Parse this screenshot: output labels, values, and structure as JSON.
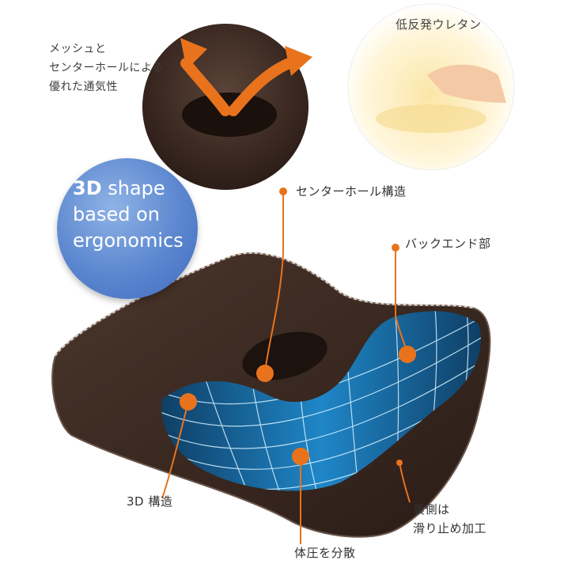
{
  "mesh_callout": {
    "lines": [
      "メッシュと",
      "センターホールによる",
      "優れた通気性"
    ]
  },
  "memory_foam": {
    "title": "低反発ウレタン"
  },
  "badge": {
    "bold": "3D",
    "line1_rest": " shape",
    "line2": "based on",
    "line3": "ergonomics"
  },
  "labels": {
    "center_hole": "センターホール構造",
    "back_end": "バックエンド部",
    "structure_3d": "3D 構造",
    "pressure": "体圧を分散",
    "non_slip_1": "裏側は",
    "non_slip_2": "滑り止め加工"
  },
  "colors": {
    "accent_orange": "#e8731c",
    "cushion_brown": "#3b2a22",
    "mesh_blue": "#1f86c7",
    "badge_blue": "#5b86cf"
  }
}
